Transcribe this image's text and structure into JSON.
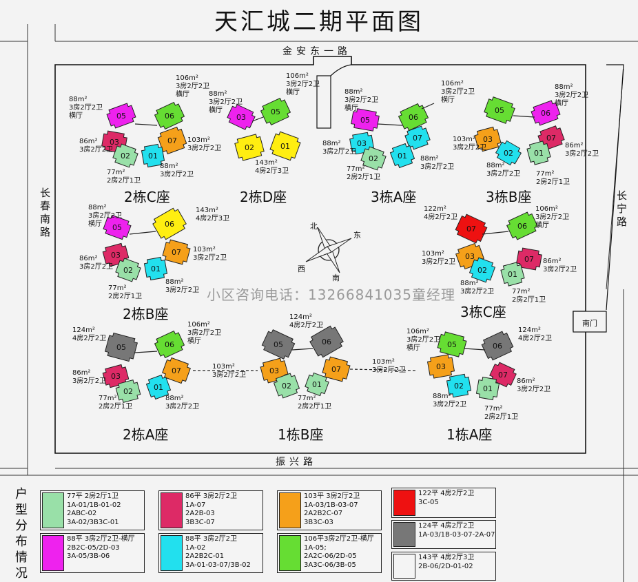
{
  "title": "天汇城二期平面图",
  "roads": {
    "north": "金安东一路",
    "south": "振兴路",
    "west": "长春南路",
    "east": "长宁路"
  },
  "south_gate": "南门",
  "compass": {
    "n": "北",
    "e": "东",
    "s": "南",
    "w": "西"
  },
  "phone_watermark": "小区咨询电话：13266841035童经理",
  "buildings": {
    "b2c": "2栋C座",
    "b2d": "2栋D座",
    "b3a": "3栋A座",
    "b3b": "3栋B座",
    "b2b": "2栋B座",
    "b3c": "3栋C座",
    "b2a": "2栋A座",
    "b1b": "1栋B座",
    "b1a": "1栋A座"
  },
  "unit_numbers": [
    "01",
    "02",
    "03",
    "05",
    "06",
    "07"
  ],
  "unit_labels": {
    "l106": "106m²\n3房2厅2卫\n横厅",
    "l88h": "88m²\n3房2厅2卫\n横厅",
    "l86": "86m²\n3房2厅2卫",
    "l103": "103m²\n3房2厅2卫",
    "l77": "77m²\n2房2厅1卫",
    "l88": "88m²\n3房2厅2卫",
    "l143": "143m²\n4房2厅3卫",
    "l122": "122m²\n4房2厅2卫",
    "l124": "124m²\n4房2厅2卫"
  },
  "legend": {
    "title": "户型分布情况",
    "items": [
      {
        "color": "#99e0a8",
        "text": "77平 2房2厅1卫\n1A-01/1B-01-02\n2ABC-02\n3A-02/3B3C-01"
      },
      {
        "color": "#ee22ee",
        "text": "88平 3房2厅2卫-横厅\n2B2C-05/2D-03\n3A-05/3B-06"
      },
      {
        "color": "#dd2a66",
        "text": "86平 3房2厅2卫\n1A-07\n2A2B-03\n3B3C-07"
      },
      {
        "color": "#22e0ee",
        "text": "88平 3房2厅2卫\n1A-02\n2A2B2C-01\n3A-01-03-07/3B-02"
      },
      {
        "color": "#f5a01a",
        "text": "103平 3房2厅2卫\n1A-03/1B-03-07\n2A2B2C-07\n3B3C-03"
      },
      {
        "color": "#66dd33",
        "text": "106平3房2厅2卫-横厅\n1A-05;\n2A2C-06/2D-05\n3A3C-06/3B-05"
      },
      {
        "color": "#ee1111",
        "text": "122平 4房2厅2卫\n3C-05"
      },
      {
        "color": "#777777",
        "text": "124平 4房2厅2卫\n1A-03/1B-03-07-2A-07"
      },
      {
        "color": "#f4f4f4",
        "text": "143平 4房2厅3卫\n2B-06/2D-01-02"
      }
    ]
  },
  "colors": {
    "77": "#99e0a8",
    "88h": "#ee22ee",
    "86": "#dd2a66",
    "88": "#22e0ee",
    "103": "#f5a01a",
    "106": "#66dd33",
    "122": "#ee1111",
    "124": "#777777",
    "143": "#ffee11"
  }
}
